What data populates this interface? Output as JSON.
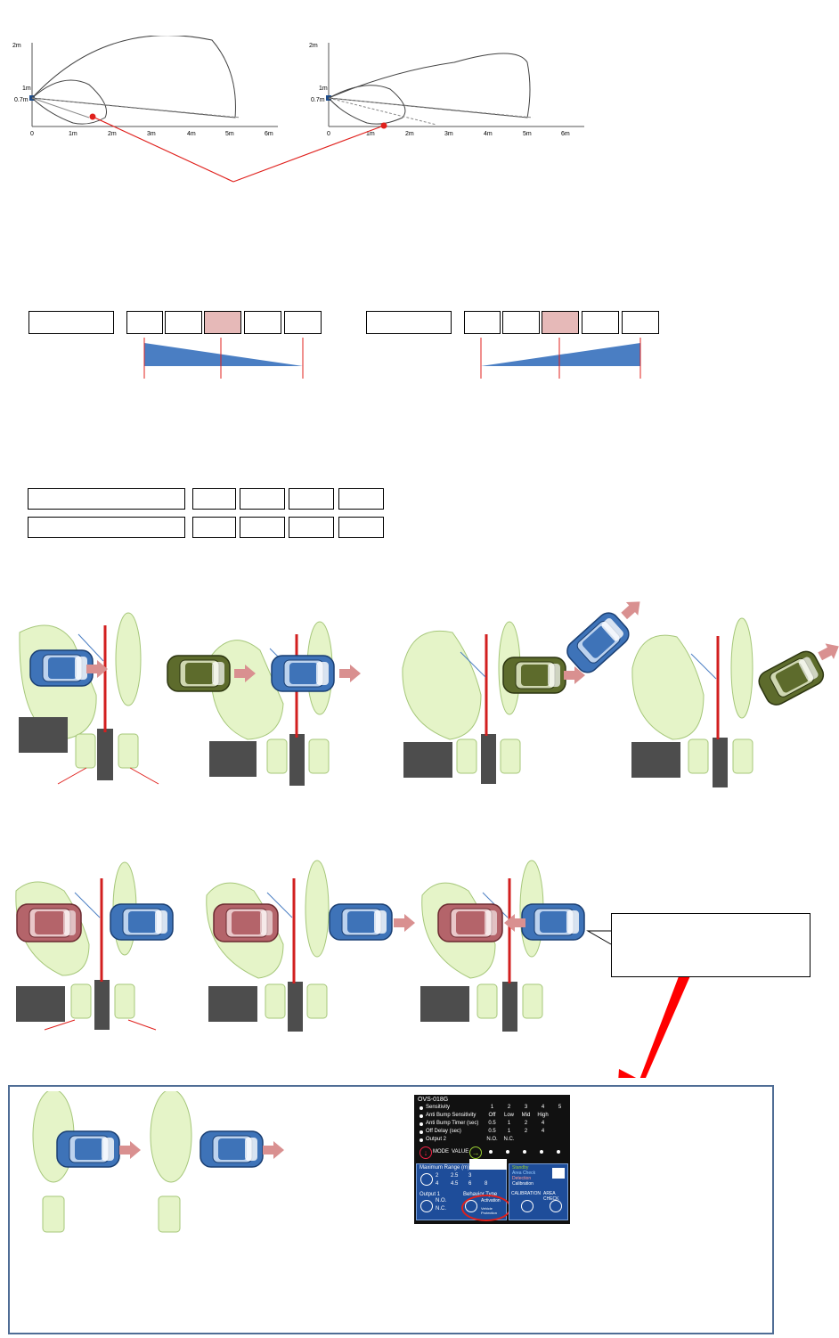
{
  "graph1": {
    "y_ticks": [
      "2m",
      "1m",
      "0.7m"
    ],
    "x_ticks": [
      "0",
      "1m",
      "2m",
      "3m",
      "4m",
      "5m",
      "6m"
    ]
  },
  "graph2": {
    "y_ticks": [
      "2m",
      "1m",
      "0.7m"
    ],
    "x_ticks": [
      "0",
      "1m",
      "2m",
      "3m",
      "4m",
      "5m",
      "6m"
    ]
  },
  "colors": {
    "pointer_red": "#e0201c",
    "gradient_blue": "#4a7ec3",
    "pink_cell": "#e6b9b8",
    "zone_green": "#e5f4c8",
    "car_blue": "#3e73b8",
    "car_green": "#5d6b2c",
    "car_red": "#b4646a",
    "arrow_pink": "#d99090",
    "frame_border": "#4f6d95"
  },
  "panel": {
    "title": "OVS-018G",
    "col_headers": [
      "1",
      "2",
      "3",
      "4",
      "5"
    ],
    "rows": [
      {
        "label": "Sensitivity",
        "values": [
          "",
          "",
          "",
          "",
          ""
        ]
      },
      {
        "label": "Anti Bump Sensitivity",
        "values": [
          "Off",
          "Low",
          "Mid",
          "High",
          ""
        ]
      },
      {
        "label": "Anti Bump Timer (sec)",
        "values": [
          "0.5",
          "1",
          "2",
          "4",
          ""
        ]
      },
      {
        "label": "Off Delay (sec)",
        "values": [
          "0.5",
          "1",
          "2",
          "4",
          ""
        ]
      },
      {
        "label": "Output 2",
        "values": [
          "N.O.",
          "N.C.",
          "",
          "",
          ""
        ]
      }
    ],
    "mode_label": "MODE",
    "value_label": "VALUE",
    "max_range_label": "Maximum Range (m)",
    "range_options": [
      "2",
      "2.5",
      "3",
      "4",
      "4.5",
      "6",
      "8"
    ],
    "output1_label": "Output 1",
    "output1_options": [
      "N.O.",
      "N.C."
    ],
    "behavior_label": "Behavior Type",
    "behavior_options": [
      "Activation",
      "Vehicle Protection"
    ],
    "legend": [
      "Standby",
      "Area Check",
      "Detection",
      "Calibration"
    ],
    "calibration_label": "CALIBRATION",
    "area_check_label": "AREA CHECK"
  }
}
